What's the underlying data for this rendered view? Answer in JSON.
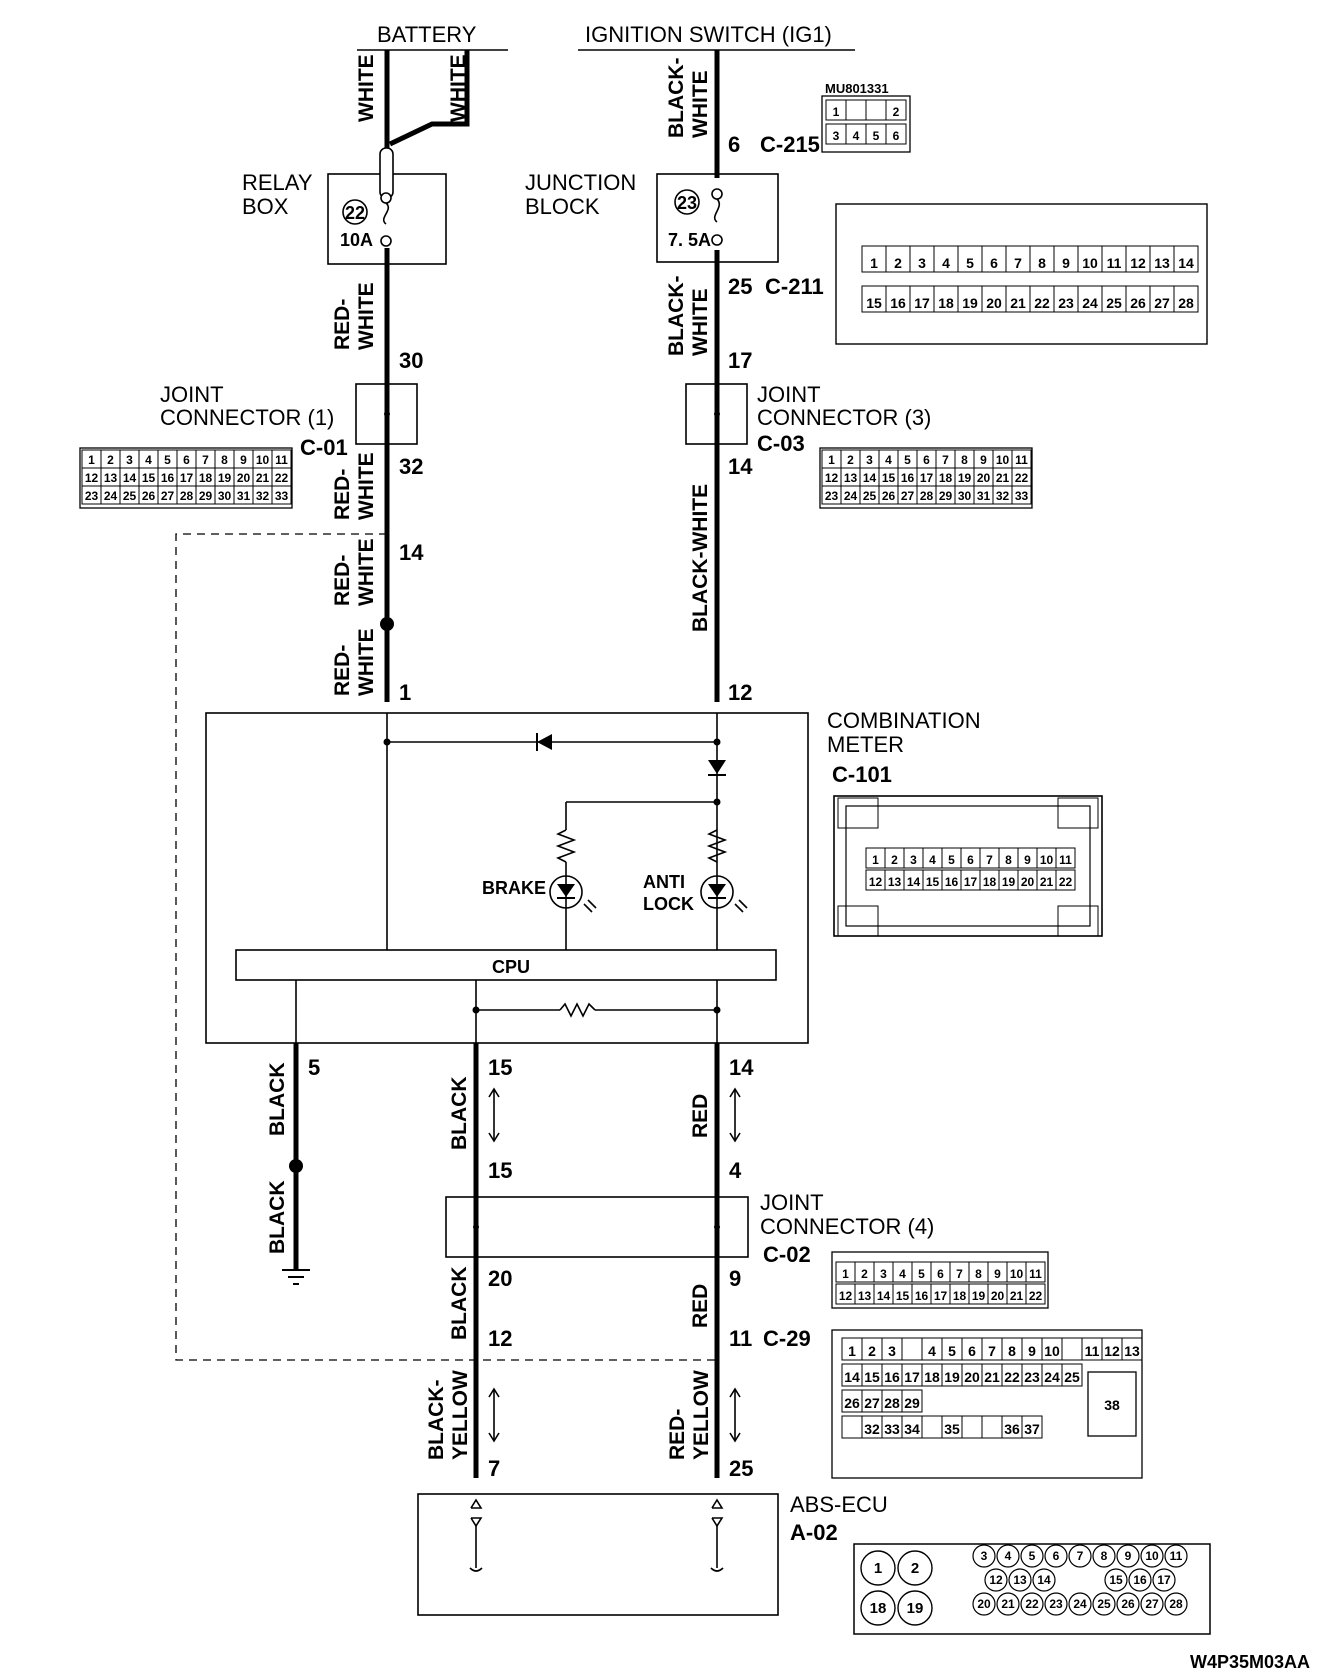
{
  "sources": {
    "battery": "BATTERY",
    "ignition": "IGNITION SWITCH (IG1)"
  },
  "relay_box": {
    "line1": "RELAY",
    "line2": "BOX",
    "fuse_no": "22",
    "fuse_rating": "10A"
  },
  "junction_block": {
    "line1": "JUNCTION",
    "line2": "BLOCK",
    "fuse_no": "23",
    "fuse_rating": "7. 5A"
  },
  "joint_connector_1": {
    "line1": "JOINT",
    "line2": "CONNECTOR (1)",
    "code": "C-01"
  },
  "joint_connector_3": {
    "line1": "JOINT",
    "line2": "CONNECTOR (3)",
    "code": "C-03"
  },
  "joint_connector_4": {
    "line1": "JOINT",
    "line2": "CONNECTOR (4)",
    "code": "C-02"
  },
  "combination_meter": {
    "line1": "COMBINATION",
    "line2": "METER",
    "code": "C-101",
    "brake": "BRAKE",
    "antilock1": "ANTI",
    "antilock2": "LOCK",
    "cpu": "CPU"
  },
  "abs_ecu": {
    "name": "ABS-ECU",
    "code": "A-02"
  },
  "connectors": {
    "c215": "C-215",
    "c211": "C-211",
    "c29": "C-29",
    "part_no": "MU801331"
  },
  "wire_colors": {
    "white": "WHITE",
    "black_white_a": "BLACK-",
    "black_white_b": "WHITE",
    "red_white_a": "RED-",
    "red_white_b": "WHITE",
    "black_white_long": "BLACK-WHITE",
    "black": "BLACK",
    "red": "RED",
    "black_yellow_a": "BLACK-",
    "black_yellow_b": "YELLOW",
    "red_yellow_a": "RED-",
    "red_yellow_b": "YELLOW"
  },
  "pins": {
    "c215_6": "6",
    "c211_25": "25",
    "jc1_30": "30",
    "jc1_32": "32",
    "jc3_17": "17",
    "jc3_14": "14",
    "left_14": "14",
    "meter_1": "1",
    "meter_12": "12",
    "meter_5": "5",
    "meter_15": "15",
    "meter_14": "14",
    "jc4_15": "15",
    "jc4_4": "4",
    "jc4_20": "20",
    "jc4_9": "9",
    "c29_12": "12",
    "c29_11": "11",
    "abs_7": "7",
    "abs_25": "25"
  },
  "footer_code": "W4P35M03AA"
}
